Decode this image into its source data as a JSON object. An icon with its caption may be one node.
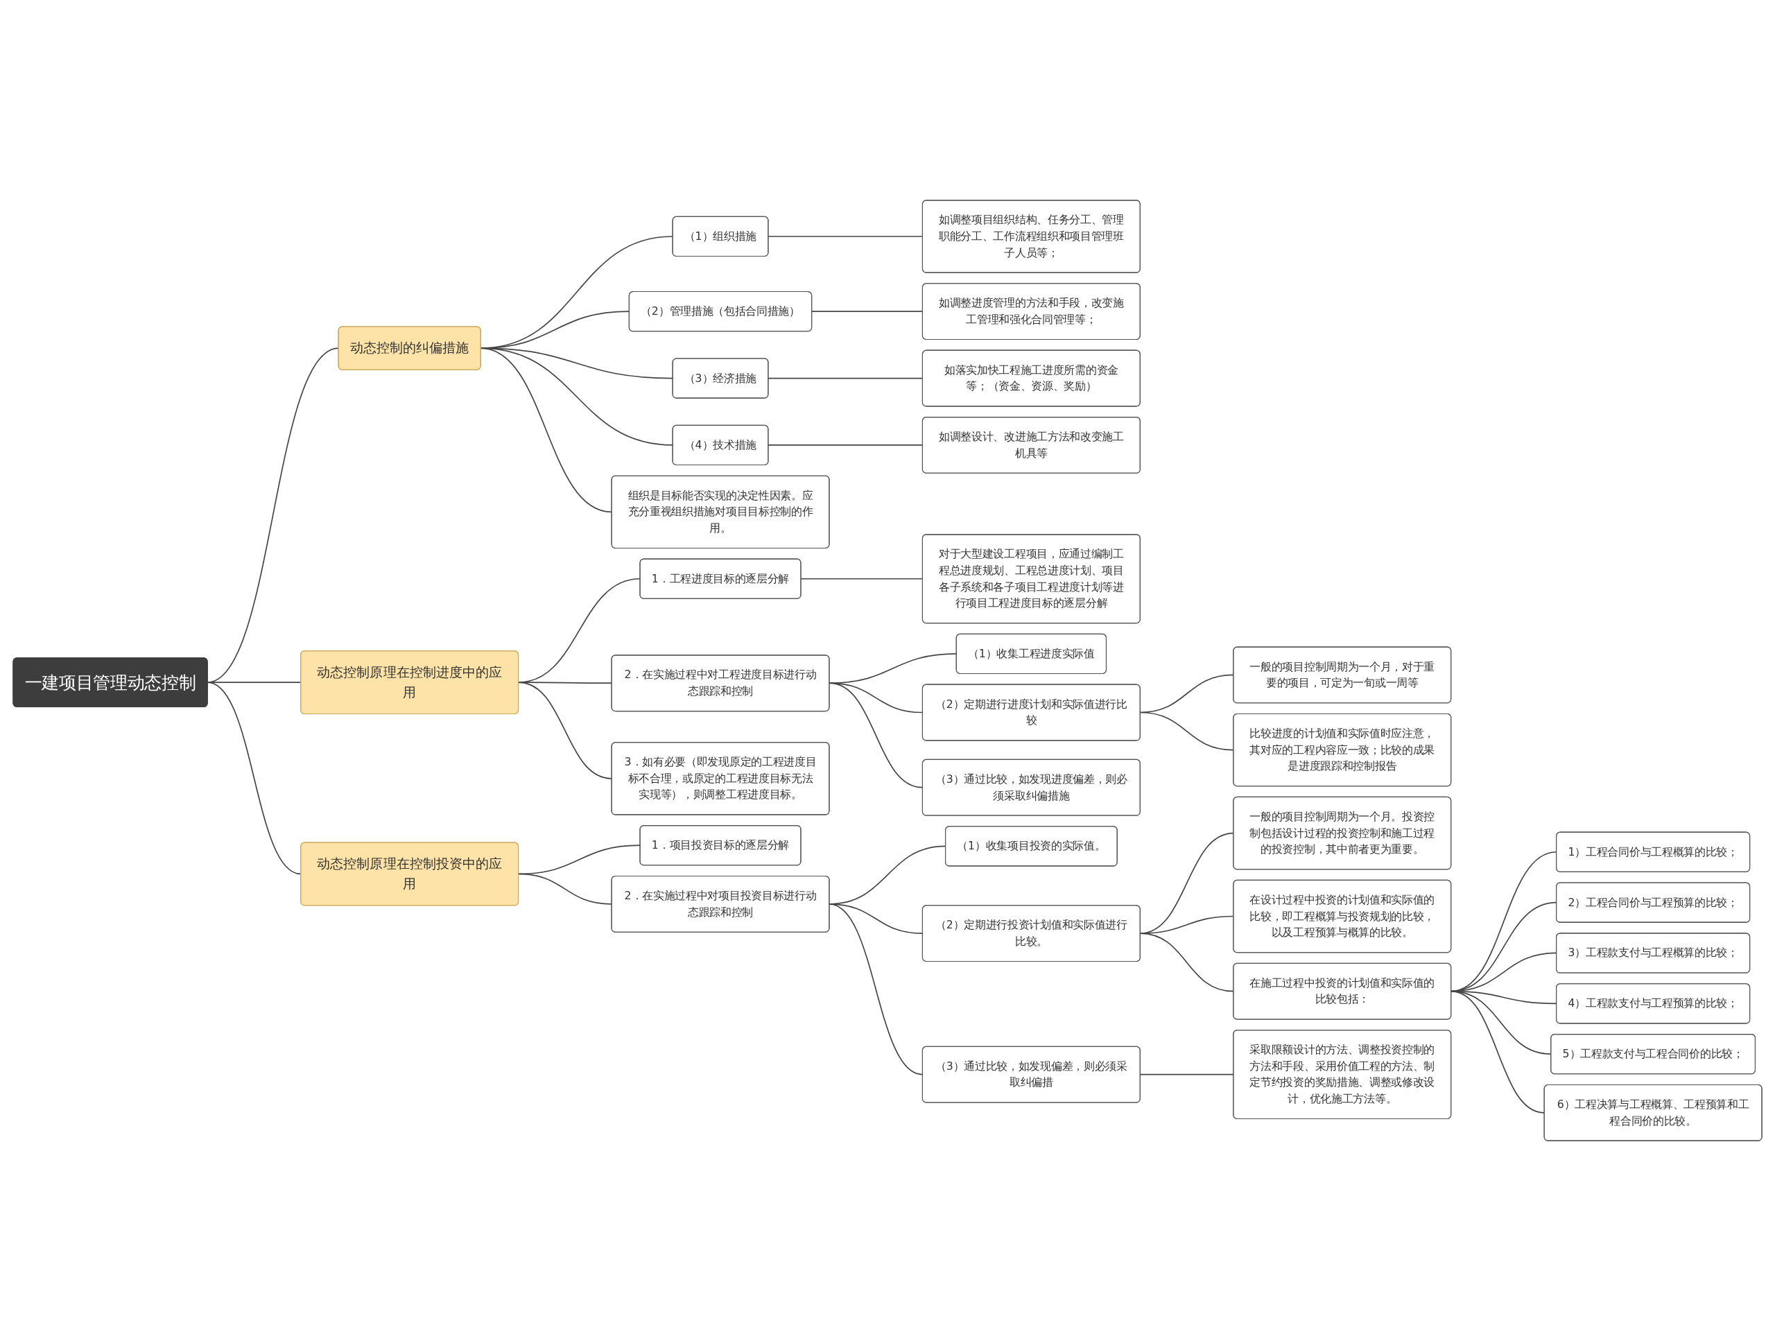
{
  "diagram": {
    "nodes": [
      {
        "text": [
          "一建项目管理动态控制"
        ]
      },
      {
        "text": [
          "动态控制的纠偏措施"
        ]
      },
      {
        "text": [
          "（1）组织措施"
        ]
      },
      {
        "text": [
          "如调整项目组织结构、任务分工、管理职能分工、工作流程组织和项目管理班子人员等；"
        ]
      },
      {
        "text": [
          "（2）管理措施（包括合同措施）"
        ]
      },
      {
        "text": [
          "如调整进度管理的方法和手段，改变施工管理和强化合同管理等；"
        ]
      },
      {
        "text": [
          "（3）经济措施"
        ]
      },
      {
        "text": [
          "如落实加快工程施工进度所需的资金等；（资金、资源、奖励）"
        ]
      },
      {
        "text": [
          "（4）技术措施"
        ]
      },
      {
        "text": [
          "如调整设计、改进施工方法和改变施工机具等"
        ]
      },
      {
        "text": [
          "组织是目标能否实现的决定性因素。应充分重视组织措施对项目目标控制的作用。"
        ]
      },
      {
        "text": [
          "动态控制原理在控制进度中的应用"
        ]
      },
      {
        "text": [
          "1．工程进度目标的逐层分解"
        ]
      },
      {
        "text": [
          "对于大型建设工程项目，应通过编制工程总进度规划、工程总进度计划、项目各子系统和各子项目工程进度计划等进行项目工程进度目标的逐层分解"
        ]
      },
      {
        "text": [
          "2．在实施过程中对工程进度目标进行动态跟踪和控制"
        ]
      },
      {
        "text": [
          "（1）收集工程进度实际值"
        ]
      },
      {
        "text": [
          "（2）定期进行进度计划和实际值进行比较"
        ]
      },
      {
        "text": [
          "一般的项目控制周期为一个月，对于重要的项目，可定为一旬或一周等"
        ]
      },
      {
        "text": [
          "比较进度的计划值和实际值时应注意，其对应的工程内容应一致；比较的成果是进度跟踪和控制报告"
        ]
      },
      {
        "text": [
          "（3）通过比较，如发现进度偏差，则必须采取纠偏措施"
        ]
      },
      {
        "text": [
          "3．如有必要（即发现原定的工程进度目标不合理，或原定的工程进度目标无法实现等），则调整工程进度目标。"
        ]
      },
      {
        "text": [
          "动态控制原理在控制投资中的应用"
        ]
      },
      {
        "text": [
          "1．项目投资目标的逐层分解"
        ]
      },
      {
        "text": [
          "2．在实施过程中对项目投资目标进行动态跟踪和控制"
        ]
      },
      {
        "text": [
          "（1）收集项目投资的实际值。"
        ]
      },
      {
        "text": [
          "（2）定期进行投资计划值和实际值进行比较。"
        ]
      },
      {
        "text": [
          "一般的项目控制周期为一个月。投资控制包括设计过程的投资控制和施工过程的投资控制，其中前者更为重要。"
        ]
      },
      {
        "text": [
          "在设计过程中投资的计划值和实际值的比较，即工程概算与投资规划的比较，以及工程预算与概算的比较。"
        ]
      },
      {
        "text": [
          "在施工过程中投资的计划值和实际值的比较包括："
        ]
      },
      {
        "text": [
          "1）工程合同价与工程概算的比较；"
        ]
      },
      {
        "text": [
          "2）工程合同价与工程预算的比较；"
        ]
      },
      {
        "text": [
          "3）工程款支付与工程概算的比较；"
        ]
      },
      {
        "text": [
          "4）工程款支付与工程预算的比较；"
        ]
      },
      {
        "text": [
          "5）工程款支付与工程合同价的比较；"
        ]
      },
      {
        "text": [
          "6）工程决算与工程概算、工程预算和工程合同价的比较。"
        ]
      },
      {
        "text": [
          "（3）通过比较，如发现偏差，则必须采取纠偏措"
        ]
      },
      {
        "text": [
          "采取限额设计的方法、调整投资控制的方法和手段、采用价值工程的方法、制定节约投资的奖励措施、调整或修改设计，优化施工方法等。"
        ]
      }
    ],
    "edges": [
      {
        "from": 0,
        "to": 1,
        "arrow": "none"
      },
      {
        "from": 1,
        "to": 2,
        "arrow": "none"
      },
      {
        "from": 2,
        "to": 3,
        "arrow": "none"
      },
      {
        "from": 1,
        "to": 4,
        "arrow": "none"
      },
      {
        "from": 4,
        "to": 5,
        "arrow": "none"
      },
      {
        "from": 1,
        "to": 6,
        "arrow": "none"
      },
      {
        "from": 6,
        "to": 7,
        "arrow": "none"
      },
      {
        "from": 1,
        "to": 8,
        "arrow": "none"
      },
      {
        "from": 8,
        "to": 9,
        "arrow": "none"
      },
      {
        "from": 1,
        "to": 10,
        "arrow": "none"
      },
      {
        "from": 0,
        "to": 11,
        "arrow": "none"
      },
      {
        "from": 11,
        "to": 12,
        "arrow": "none"
      },
      {
        "from": 12,
        "to": 13,
        "arrow": "none"
      },
      {
        "from": 11,
        "to": 14,
        "arrow": "none"
      },
      {
        "from": 14,
        "to": 15,
        "arrow": "none"
      },
      {
        "from": 14,
        "to": 16,
        "arrow": "none"
      },
      {
        "from": 16,
        "to": 17,
        "arrow": "none"
      },
      {
        "from": 16,
        "to": 18,
        "arrow": "none"
      },
      {
        "from": 14,
        "to": 19,
        "arrow": "none"
      },
      {
        "from": 11,
        "to": 20,
        "arrow": "none"
      },
      {
        "from": 0,
        "to": 21,
        "arrow": "none"
      },
      {
        "from": 21,
        "to": 22,
        "arrow": "none"
      },
      {
        "from": 21,
        "to": 23,
        "arrow": "none"
      },
      {
        "from": 23,
        "to": 24,
        "arrow": "none"
      },
      {
        "from": 23,
        "to": 25,
        "arrow": "none"
      },
      {
        "from": 25,
        "to": 26,
        "arrow": "none"
      },
      {
        "from": 25,
        "to": 27,
        "arrow": "none"
      },
      {
        "from": 25,
        "to": 28,
        "arrow": "none"
      },
      {
        "from": 28,
        "to": 29,
        "arrow": "none"
      },
      {
        "from": 28,
        "to": 30,
        "arrow": "none"
      },
      {
        "from": 28,
        "to": 31,
        "arrow": "none"
      },
      {
        "from": 28,
        "to": 32,
        "arrow": "none"
      },
      {
        "from": 28,
        "to": 33,
        "arrow": "none"
      },
      {
        "from": 28,
        "to": 34,
        "arrow": "none"
      },
      {
        "from": 23,
        "to": 35,
        "arrow": "none"
      },
      {
        "from": 35,
        "to": 36,
        "arrow": "none"
      }
    ]
  }
}
